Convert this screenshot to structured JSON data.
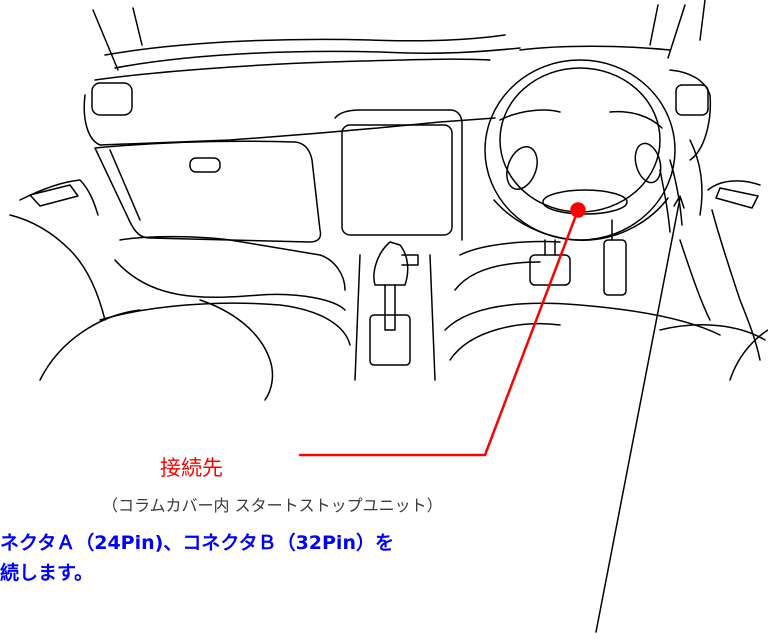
{
  "annotation": {
    "connection_label": "接続先",
    "location_note": "（コラムカバー内 スタートストップユニット）",
    "instruction_line1": "ネクタＡ（24Pin)、コネクタＢ（32Pin）を",
    "instruction_line2": "続します。"
  },
  "colors": {
    "line": "#000000",
    "pointer": "#ff0000",
    "instruction_text": "#0000ff",
    "note_text": "#3a3a3a"
  }
}
